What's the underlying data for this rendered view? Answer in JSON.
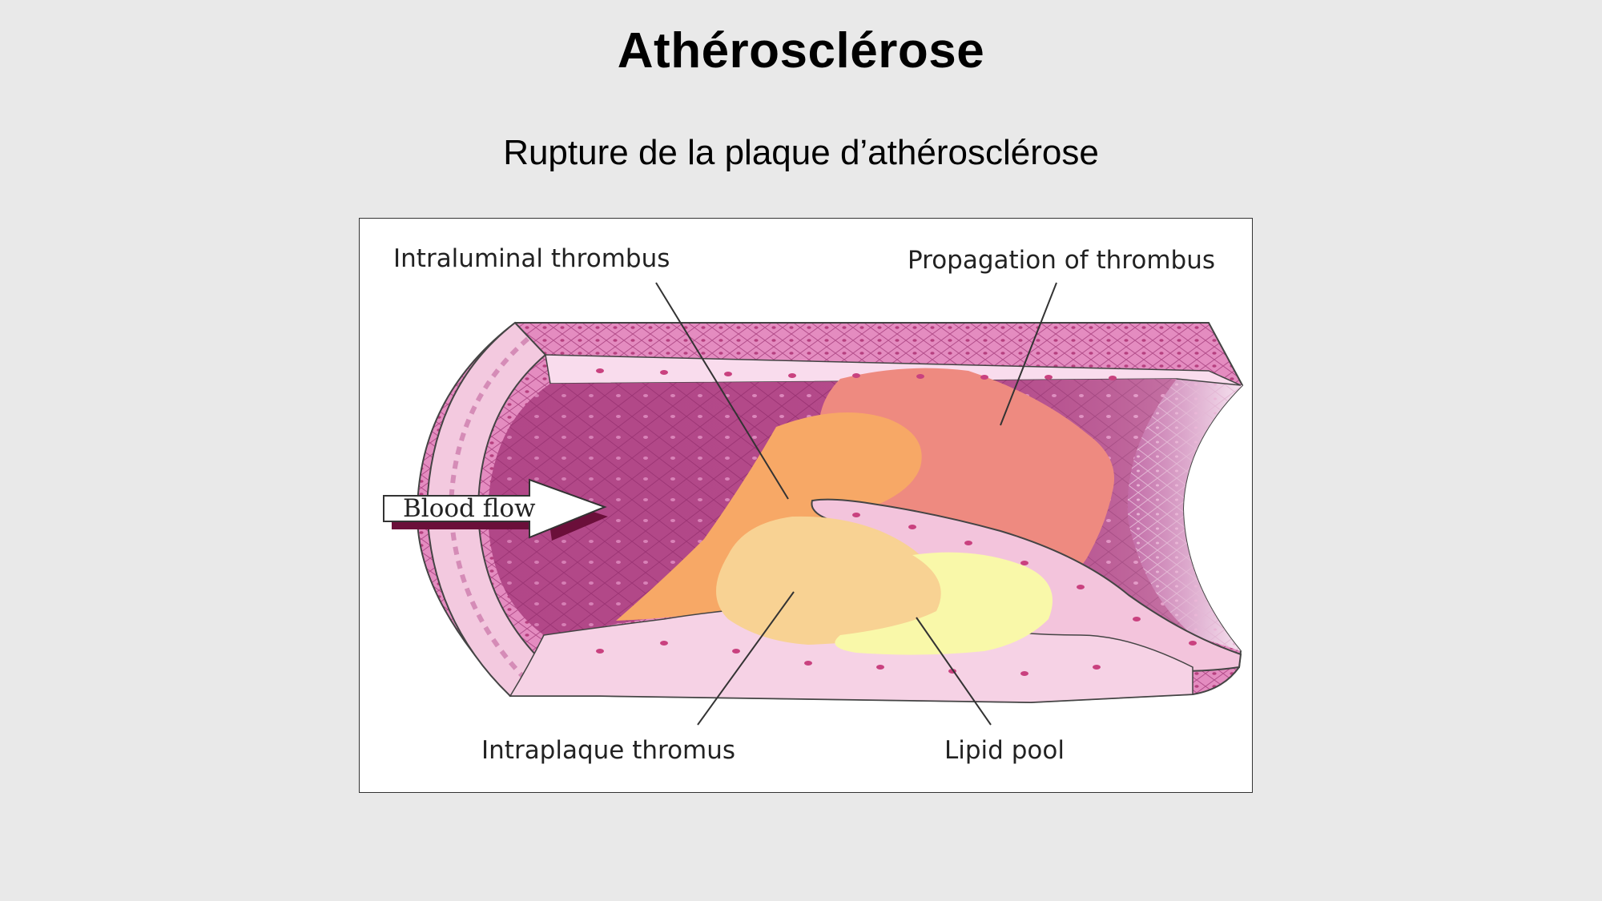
{
  "slide": {
    "title": "Athérosclérose",
    "subtitle": "Rupture de la plaque d’athérosclérose"
  },
  "figure": {
    "labels": {
      "intraluminal_thrombus": "Intraluminal thrombus",
      "propagation_of_thrombus": "Propagation of thrombus",
      "blood_flow": "Blood flow",
      "intraplaque_thrombus": "Intraplaque thromus",
      "lipid_pool": "Lipid pool"
    },
    "colors": {
      "vessel_wall": "#d97bb3",
      "lumen": "#b84a8c",
      "intraluminal_thrombus": "#f7a866",
      "propagation_of_thrombus": "#ee8a80",
      "intraplaque_thrombus": "#f8d293",
      "lipid_pool": "#f9f8a9",
      "arrow_shadow": "#6b0f3a"
    }
  }
}
